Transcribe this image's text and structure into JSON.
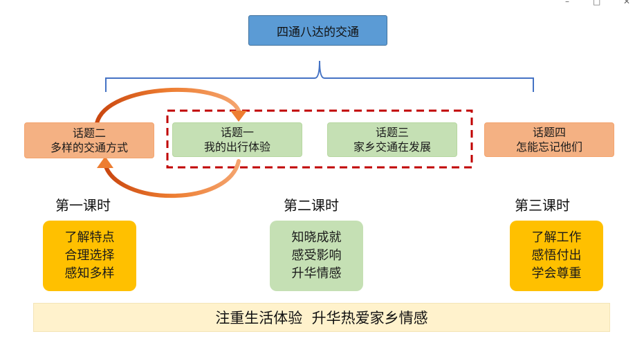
{
  "window": {
    "minimize": "–",
    "maximize": "□",
    "close": "✕"
  },
  "title": "四通八达的交通",
  "topics": [
    {
      "line1": "话题二",
      "line2": "多样的交通方式"
    },
    {
      "line1": "话题一",
      "line2": "我的出行体验"
    },
    {
      "line1": "话题三",
      "line2": "家乡交通在发展"
    },
    {
      "line1": "话题四",
      "line2": "怎能忘记他们"
    }
  ],
  "lessons": [
    "第一课时",
    "第二课时",
    "第三课时"
  ],
  "goals": [
    [
      "了解特点",
      "合理选择",
      "感知多样"
    ],
    [
      "知晓成就",
      "感受影响",
      "升华情感"
    ],
    [
      "了解工作",
      "感悟付出",
      "学会尊重"
    ]
  ],
  "footer": "注重生活体验  升华热爱家乡情感",
  "colors": {
    "title_fill": "#5b9bd5",
    "topic_orange": "#f4b183",
    "topic_green": "#c5e0b4",
    "goal_yellow": "#ffc000",
    "goal_green": "#c5e0b4",
    "brace": "#4472c4",
    "dashed_box": "#c00000",
    "arrow": "#ed7d31",
    "footer_fill": "#fff2cc"
  }
}
